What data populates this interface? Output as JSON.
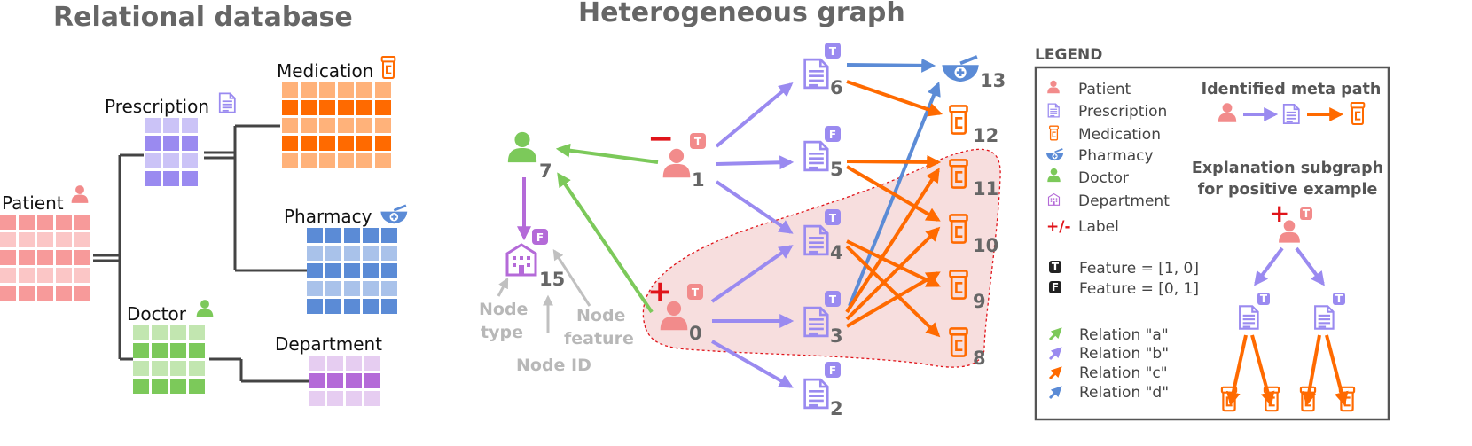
{
  "sections": {
    "relational_title": "Relational database",
    "graph_title": "Heterogeneous graph"
  },
  "tables": {
    "patient": "Patient",
    "prescription": "Prescription",
    "medication": "Medication",
    "pharmacy": "Pharmacy",
    "doctor": "Doctor",
    "department": "Department"
  },
  "graph": {
    "node_ids": {
      "n0": "0",
      "n1": "1",
      "n2": "2",
      "n3": "3",
      "n4": "4",
      "n5": "5",
      "n6": "6",
      "n7": "7",
      "n8": "8",
      "n9": "9",
      "n10": "10",
      "n11": "11",
      "n12": "12",
      "n13": "13",
      "n15": "15"
    },
    "badges": {
      "true": "T",
      "false": "F"
    },
    "labels": {
      "negative": "−",
      "positive": "+"
    },
    "annotations": {
      "node_type_line1": "Node",
      "node_type_line2": "type",
      "node_feature_line1": "Node",
      "node_feature_line2": "feature",
      "node_id": "Node ID"
    }
  },
  "legend": {
    "title": "LEGEND",
    "node_types": {
      "patient": "Patient",
      "prescription": "Prescription",
      "medication": "Medication",
      "pharmacy": "Pharmacy",
      "doctor": "Doctor",
      "department": "Department"
    },
    "label_symbol": "+/-",
    "label_text": "Label",
    "feature_t": "Feature = [1, 0]",
    "feature_f": "Feature = [0, 1]",
    "relations": {
      "a": "Relation \"a\"",
      "b": "Relation \"b\"",
      "c": "Relation \"c\"",
      "d": "Relation \"d\""
    },
    "meta_path_title": "Identified meta path",
    "subgraph_title_line1": "Explanation subgraph",
    "subgraph_title_line2": "for positive example"
  },
  "colors": {
    "patient": "#f28b8b",
    "prescription": "#9a8af0",
    "medication": "#ff6a00",
    "pharmacy": "#5b8bd6",
    "doctor": "#7cc95a",
    "department": "#b46ad8",
    "label_red": "#e0141a",
    "title_gray": "#666666",
    "annotation_gray": "#b8b8b8",
    "subgraph_fill": "#f7dede"
  }
}
